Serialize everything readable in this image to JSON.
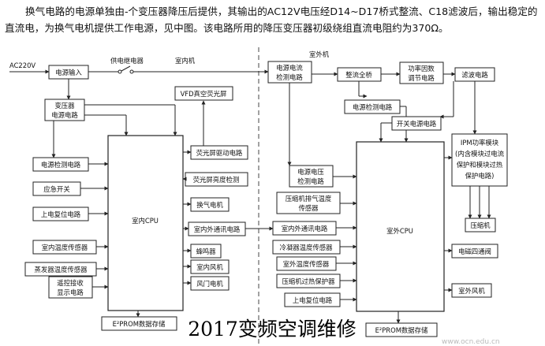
{
  "paragraph": "换气电路的电源单独由-个变压器降压后提供，其输出的AC12V电压经D14~D17桥式整流、C18滤波后，输出稳定的直流电，为换气电机提供工作电源，见中图。该电路所用的降压变压器初级绕组直流电阻约为370Ω。",
  "labels": {
    "ac220": "AC220V",
    "relay": "供电继电器",
    "indoor": "室内机",
    "outdoor": "室外机",
    "power_in": "电源输入",
    "transformer_1": "变压器",
    "transformer_2": "电源电路",
    "vfd": "VFD真空荧光屏",
    "vfd_drive": "荧光屏驱动电路",
    "vfd_bright": "荧光屏亮度检测",
    "vent_motor": "换气电机",
    "in_comm": "室内外通讯电路",
    "buzzer": "蜂鸣器",
    "in_fan": "室内风机",
    "door_motor": "风门电机",
    "in_pwr_detect": "电源检测电路",
    "emergency": "应急开关",
    "in_reset": "上电复位电路",
    "in_temp": "室内温度传感器",
    "evap_temp": "蒸发器温度传感器",
    "remote_1": "遥控接收",
    "remote_2": "显示电路",
    "in_cpu": "室内CPU",
    "in_eeprom": "E²PROM数据存储",
    "out_cur_1": "电源电流",
    "out_cur_2": "检测电路",
    "rectifier": "整流全桥",
    "pfc_1": "功率因数",
    "pfc_2": "调节电路",
    "filter": "滤波电路",
    "out_pwr_detect": "电源检测电路",
    "switch_pwr": "开关电源电路",
    "ipm_1": "IPM功率模块",
    "ipm_2": "(内含模块过电流",
    "ipm_3": "保护和模块过热",
    "ipm_4": "保护电路)",
    "volt_det_1": "电源电压",
    "volt_det_2": "检测电路",
    "comp_exh_1": "压缩机排气温度",
    "comp_exh_2": "传感器",
    "out_comm": "室内外通讯电路",
    "cond_temp": "冷凝器温度传感器",
    "out_temp": "室外温度传感器",
    "comp_ovh": "压缩机过热保护器",
    "out_reset": "上电复位电路",
    "out_cpu": "室外CPU",
    "valve": "电磁四通阀",
    "out_fan": "室外风机",
    "compressor": "压缩机",
    "out_eeprom": "E²PROM数据存储",
    "watermark": "2017变频空调维修",
    "site": "www.ocn.edu.cn"
  }
}
